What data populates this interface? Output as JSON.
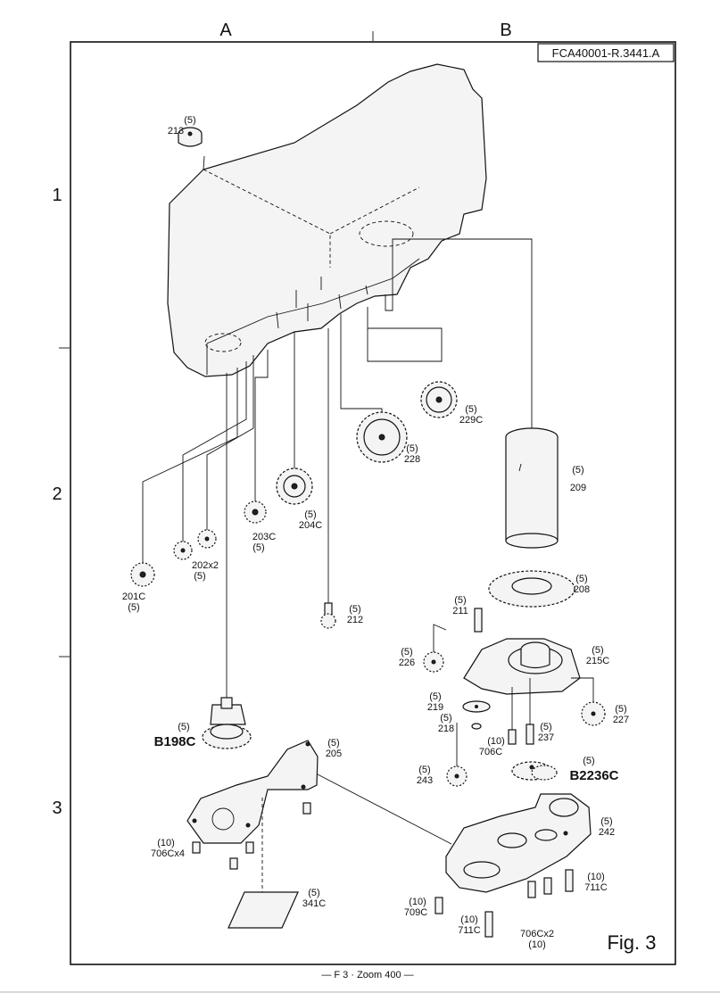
{
  "header": {
    "col_a": "A",
    "col_b": "B",
    "doc_code": "FCA40001-R.3441.A"
  },
  "rows": [
    "1",
    "2",
    "3"
  ],
  "figure_label": "Fig. 3",
  "footer": "— F 3 · Zoom 400 —",
  "parts": [
    {
      "id": "p213",
      "qty": "(5)",
      "num": "213"
    },
    {
      "id": "p229c",
      "qty": "(5)",
      "num": "229C"
    },
    {
      "id": "p228",
      "qty": "(5)",
      "num": "228"
    },
    {
      "id": "p209",
      "qty": "(5)",
      "num": "209"
    },
    {
      "id": "p204c",
      "qty": "(5)",
      "num": "204C"
    },
    {
      "id": "p203c",
      "qty": "(5)",
      "num": "203C"
    },
    {
      "id": "p202",
      "qty": "(5)",
      "num": "202x2"
    },
    {
      "id": "p201c",
      "qty": "(5)",
      "num": "201C"
    },
    {
      "id": "p208",
      "qty": "(5)",
      "num": "208"
    },
    {
      "id": "p212",
      "qty": "(5)",
      "num": "212"
    },
    {
      "id": "p211",
      "qty": "(5)",
      "num": "211"
    },
    {
      "id": "p226",
      "qty": "(5)",
      "num": "226"
    },
    {
      "id": "p215c",
      "qty": "(5)",
      "num": "215C"
    },
    {
      "id": "p219",
      "qty": "(5)",
      "num": "219"
    },
    {
      "id": "p218",
      "qty": "(5)",
      "num": "218"
    },
    {
      "id": "p227",
      "qty": "(5)",
      "num": "227"
    },
    {
      "id": "p237",
      "qty": "(5)",
      "num": "237"
    },
    {
      "id": "p706c",
      "qty": "(10)",
      "num": "706C"
    },
    {
      "id": "pb198c",
      "qty": "(5)",
      "num": "B198C"
    },
    {
      "id": "p205",
      "qty": "(5)",
      "num": "205"
    },
    {
      "id": "p243",
      "qty": "(5)",
      "num": "243"
    },
    {
      "id": "pb2236c",
      "qty": "(5)",
      "num": "B2236C"
    },
    {
      "id": "p242",
      "qty": "(5)",
      "num": "242"
    },
    {
      "id": "p706cx4",
      "qty": "(10)",
      "num": "706Cx4"
    },
    {
      "id": "p341c",
      "qty": "(5)",
      "num": "341C"
    },
    {
      "id": "p711c_r",
      "qty": "(10)",
      "num": "711C"
    },
    {
      "id": "p709c",
      "qty": "(10)",
      "num": "709C"
    },
    {
      "id": "p711c_b",
      "qty": "(10)",
      "num": "711C"
    },
    {
      "id": "p706cx2",
      "qty": "(10)",
      "num": "706Cx2"
    }
  ]
}
